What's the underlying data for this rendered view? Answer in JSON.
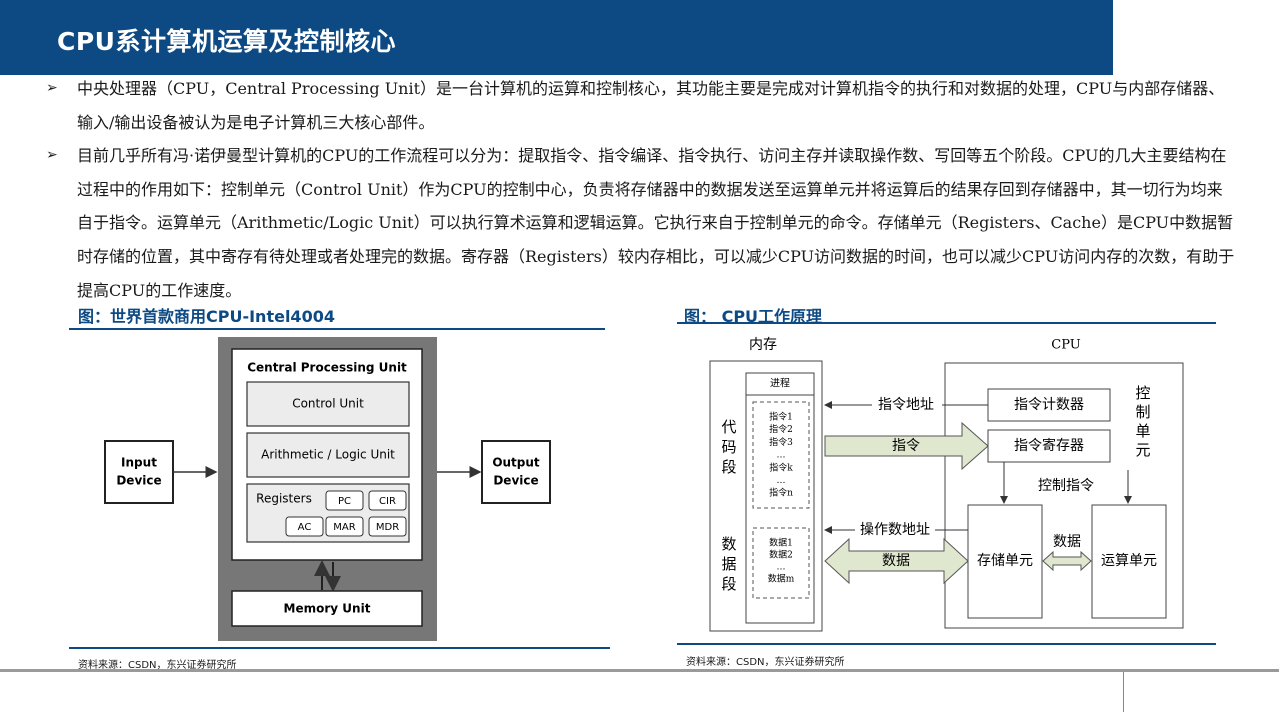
{
  "header": {
    "title": "CPU系计算机运算及控制核心"
  },
  "bullets": [
    {
      "mark": "➢",
      "text": "中央处理器（CPU，Central Processing Unit）是一台计算机的运算和控制核心，其功能主要是完成对计算机指令的执行和对数据的处理，CPU与内部存储器、输入/输出设备被认为是电子计算机三大核心部件。"
    },
    {
      "mark": "➢",
      "text": "目前几乎所有冯·诺伊曼型计算机的CPU的工作流程可以分为：提取指令、指令编译、指令执行、访问主存并读取操作数、写回等五个阶段。CPU的几大主要结构在过程中的作用如下：控制单元（Control Unit）作为CPU的控制中心，负责将存储器中的数据发送至运算单元并将运算后的结果存回到存储器中，其一切行为均来自于指令。运算单元（Arithmetic/Logic Unit）可以执行算术运算和逻辑运算。它执行来自于控制单元的命令。存储单元（Registers、Cache）是CPU中数据暂时存储的位置，其中寄存有待处理或者处理完的数据。寄存器（Registers）较内存相比，可以减少CPU访问数据的时间，也可以减少CPU访问内存的次数，有助于提高CPU的工作速度。"
    }
  ],
  "figure_left": {
    "title": "图：世界首款商用CPU-Intel4004",
    "source": "资料来源：CSDN，东兴证券研究所",
    "diagram": {
      "input": "Input\nDevice",
      "output": "Output\nDevice",
      "cpu_label": "Central Processing Unit",
      "control_unit": "Control Unit",
      "alu": "Arithmetic / Logic Unit",
      "registers_label": "Registers",
      "registers": [
        "PC",
        "CIR",
        "AC",
        "MAR",
        "MDR"
      ],
      "memory_unit": "Memory Unit"
    }
  },
  "figure_right": {
    "title": "图： CPU工作原理",
    "source": "资料来源：CSDN，东兴证券研究所",
    "diagram": {
      "memory_title": "内存",
      "cpu_title": "CPU",
      "process_label": "进程",
      "code_segment": "代码段",
      "data_segment": "数据段",
      "instructions": [
        "指令1",
        "指令2",
        "指令3",
        "…",
        "指令k",
        "…",
        "指令n"
      ],
      "data_items": [
        "数据1",
        "数据2",
        "…",
        "数据m"
      ],
      "instr_address": "指令地址",
      "instruction": "指令",
      "operand_address": "操作数地址",
      "data": "数据",
      "program_counter": "指令计数器",
      "instr_register": "指令寄存器",
      "control_unit": "控制单元",
      "control_signal": "控制指令",
      "storage_unit": "存储单元",
      "alu": "运算单元",
      "data_link": "数据"
    }
  }
}
